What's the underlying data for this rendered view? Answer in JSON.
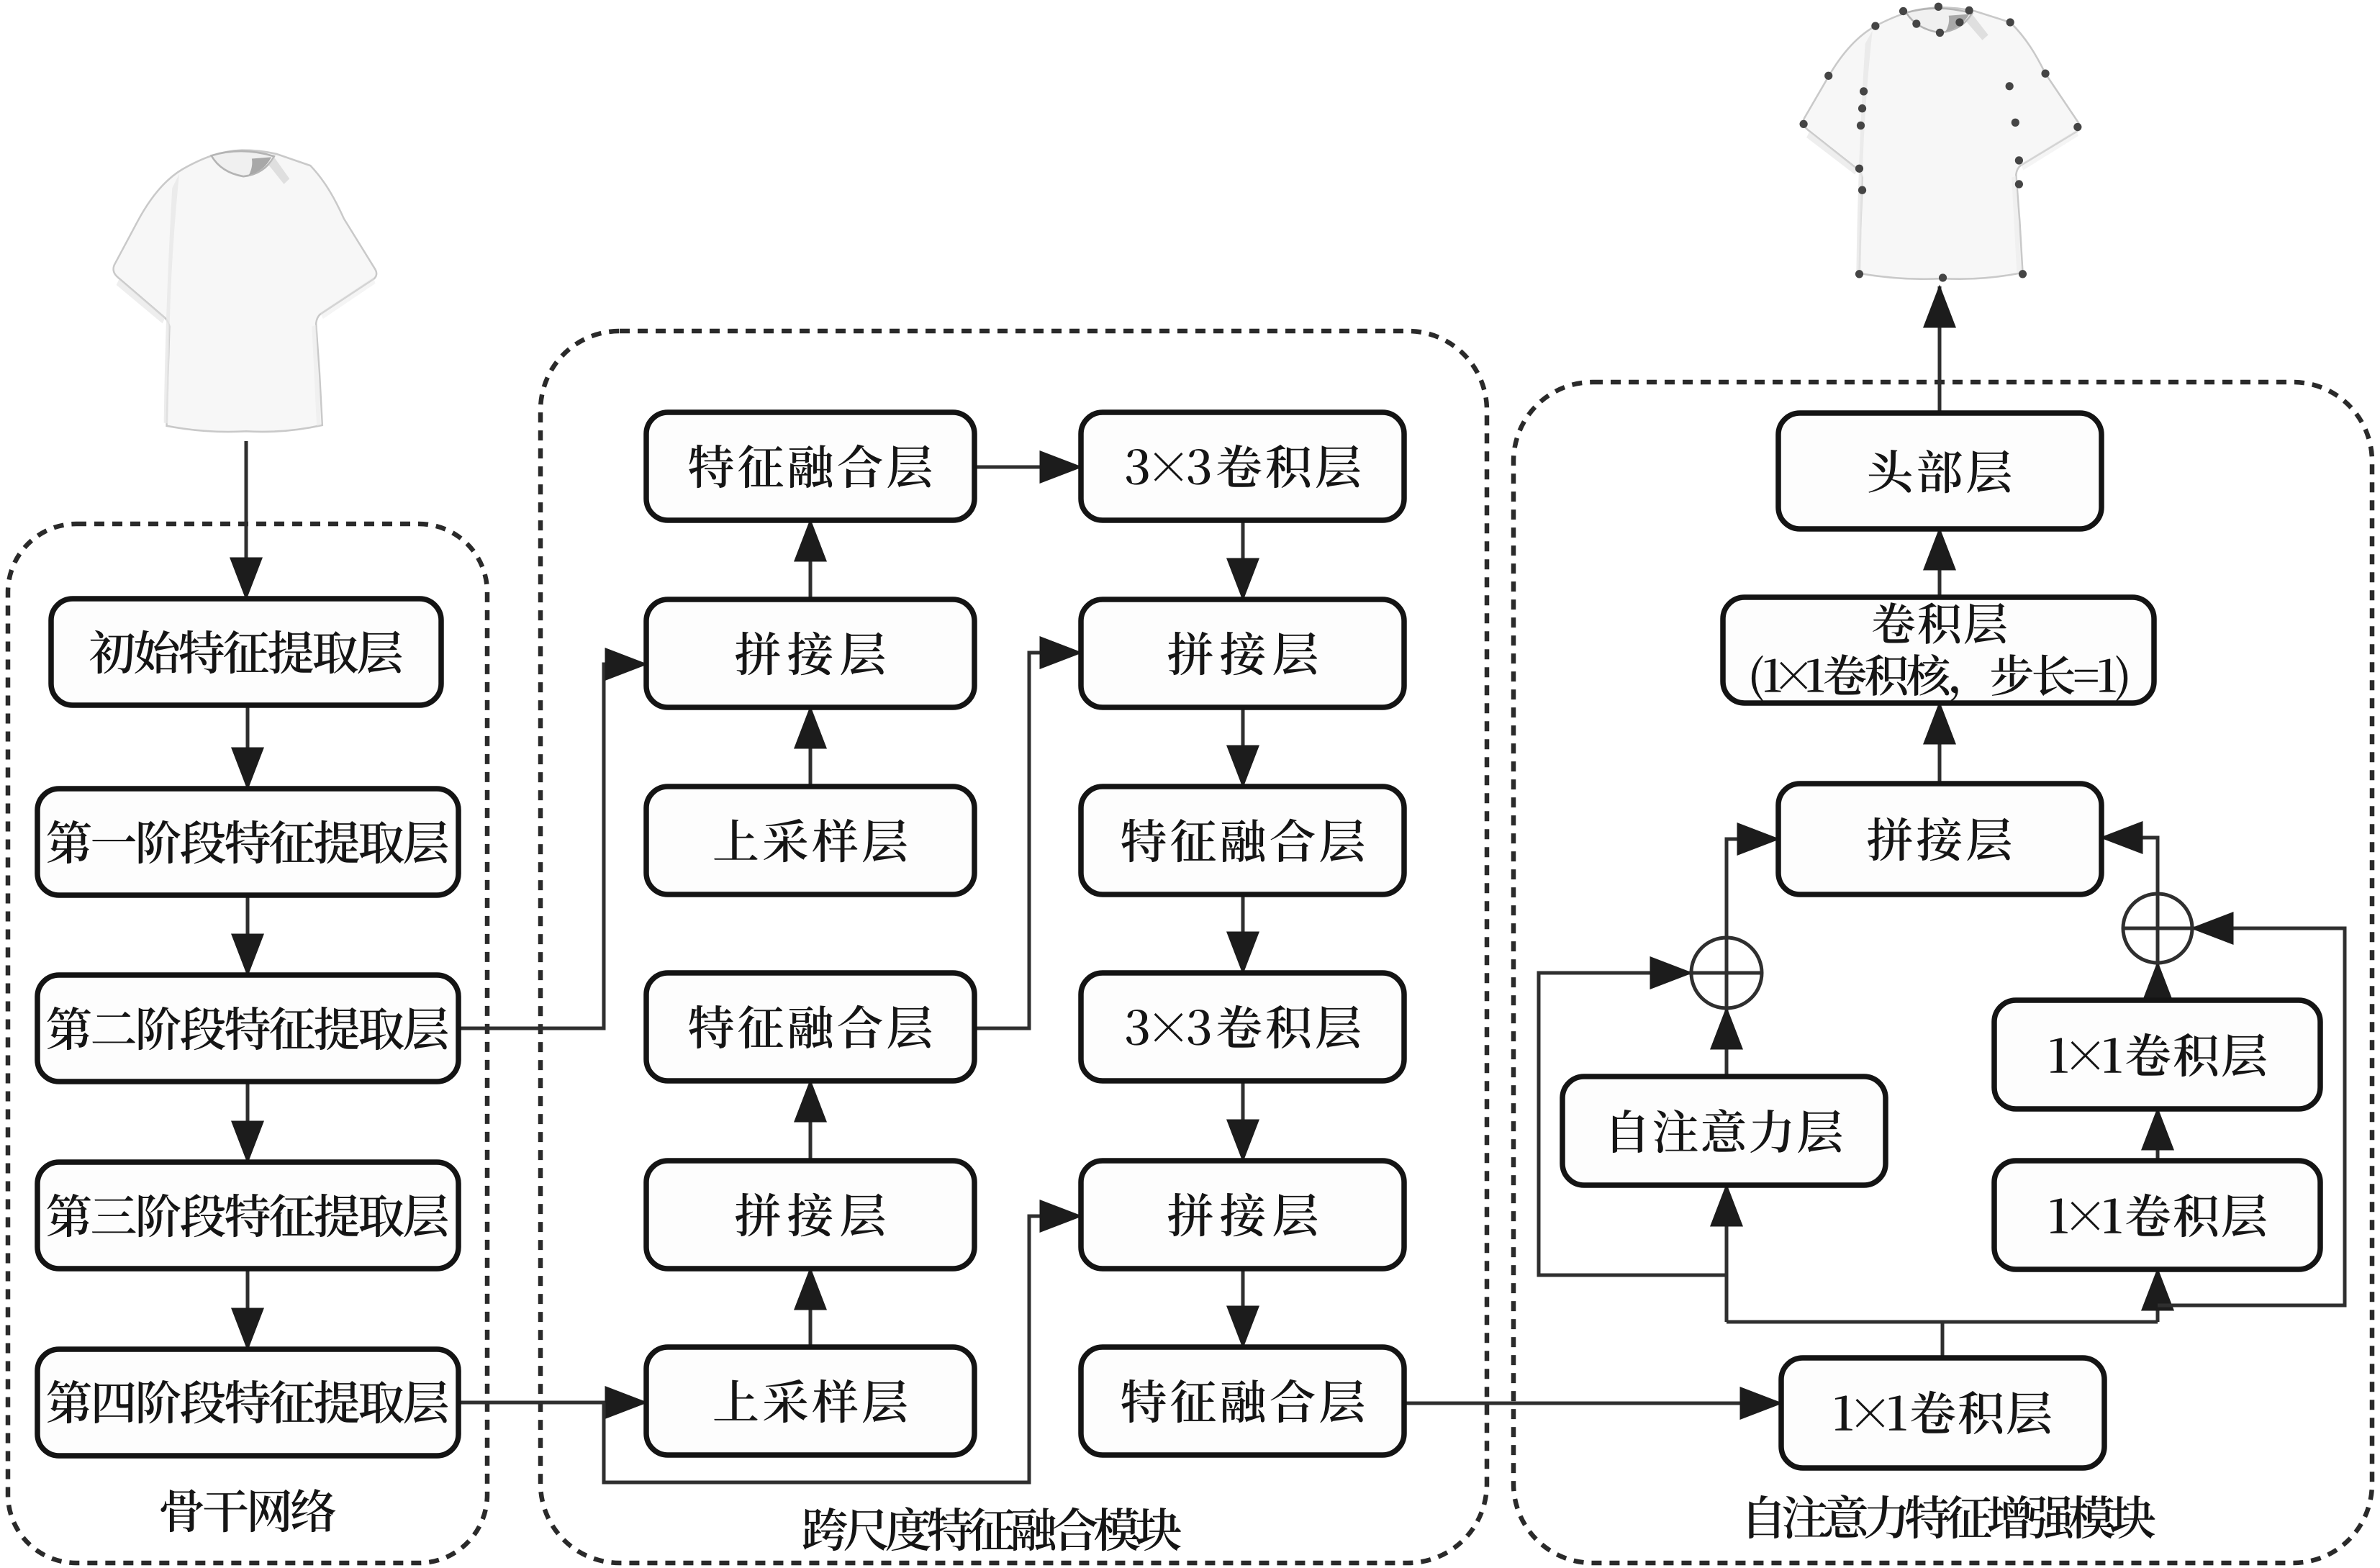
{
  "modules": {
    "backbone": {
      "label": "骨干网络",
      "boxes": [
        "初始特征提取层",
        "第一阶段特征提取层",
        "第二阶段特征提取层",
        "第三阶段特征提取层",
        "第四阶段特征提取层"
      ]
    },
    "fusion": {
      "label": "跨尺度特征融合模块",
      "left_boxes": [
        "特征融合层",
        "拼接层",
        "上采样层",
        "特征融合层",
        "拼接层",
        "上采样层"
      ],
      "right_boxes": [
        "3×3卷积层",
        "拼接层",
        "特征融合层",
        "3×3卷积层",
        "拼接层",
        "特征融合层"
      ]
    },
    "attention": {
      "label": "自注意力特征增强模块",
      "head": "头部层",
      "conv_line1": "卷积层",
      "conv_line2": "(1×1卷积核，步长=1)",
      "concat": "拼接层",
      "self_attention": "自注意力层",
      "conv1x1_upper": "1×1卷积层",
      "conv1x1_lower": "1×1卷积层",
      "conv1x1_input": "1×1卷积层"
    }
  },
  "figure": {
    "type": "network-architecture-flow-diagram",
    "icons": {
      "add_operator_left": "circle-plus",
      "add_operator_right": "circle-plus",
      "input_image": "white-tshirt-photo",
      "output_image": "white-tshirt-photo-with-keypoints"
    },
    "colors": {
      "background": "#ffffff",
      "ink": "#151515",
      "line": "#2f2f2f",
      "box_fill": "#fdfdfd"
    }
  }
}
